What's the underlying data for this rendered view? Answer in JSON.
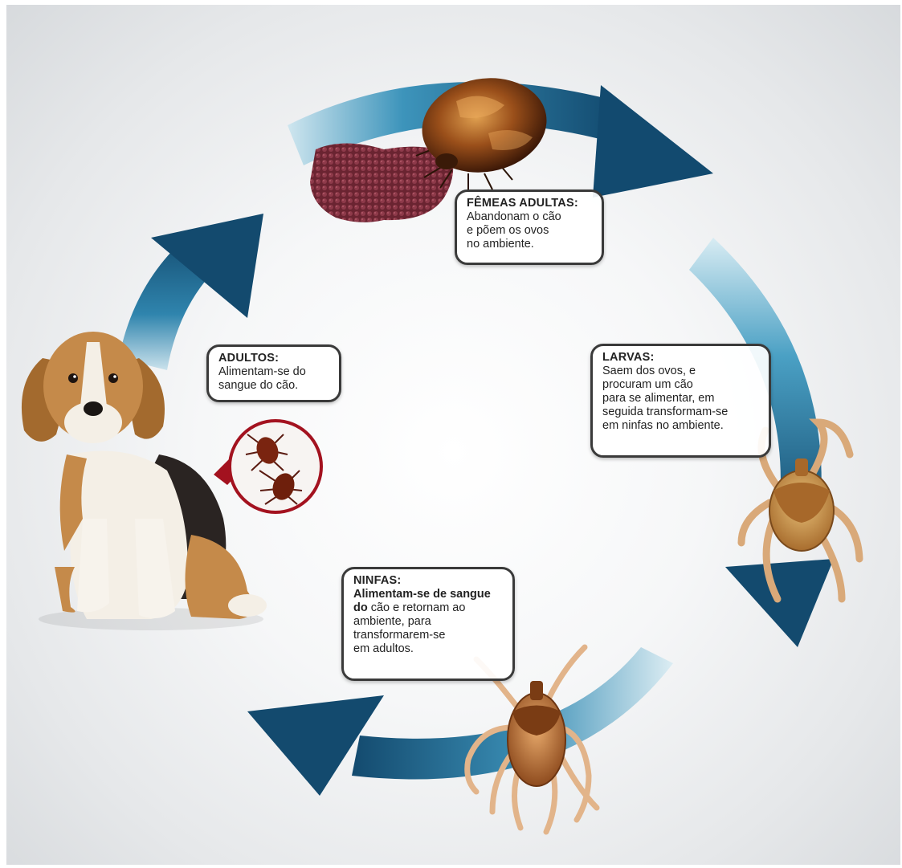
{
  "stages": {
    "females": {
      "title": "FÊMEAS ADULTAS:",
      "text": "Abandonam o cão\ne põem os ovos\nno ambiente."
    },
    "larvae": {
      "title": "LARVAS:",
      "text": "Saem dos ovos, e\nprocuram um cão\npara se alimentar, em\nseguida transformam-se\nem ninfas no ambiente."
    },
    "nymphs": {
      "title": "NINFAS:",
      "text_bold": "Alimentam-se de sangue\ndo",
      "text": " cão e retornam ao\nambiente, para\ntransformarem-se\nem adultos."
    },
    "adults": {
      "title": "ADULTOS:",
      "text": "Alimentam-se do\nsangue do cão."
    }
  },
  "icons": [
    "beagle-dog-icon",
    "tick-engorged-female-icon",
    "egg-mass-icon",
    "tick-larva-icon",
    "tick-nymph-icon",
    "magnified-ticks-icon",
    "cycle-arrow-icon"
  ],
  "colors": {
    "arrow_dark": "#134a6e",
    "arrow_mid": "#1f7fa6",
    "arrow_light": "#8fc7dc",
    "tick_brown": "#8a4a1c",
    "lens_red": "#a3121f"
  }
}
